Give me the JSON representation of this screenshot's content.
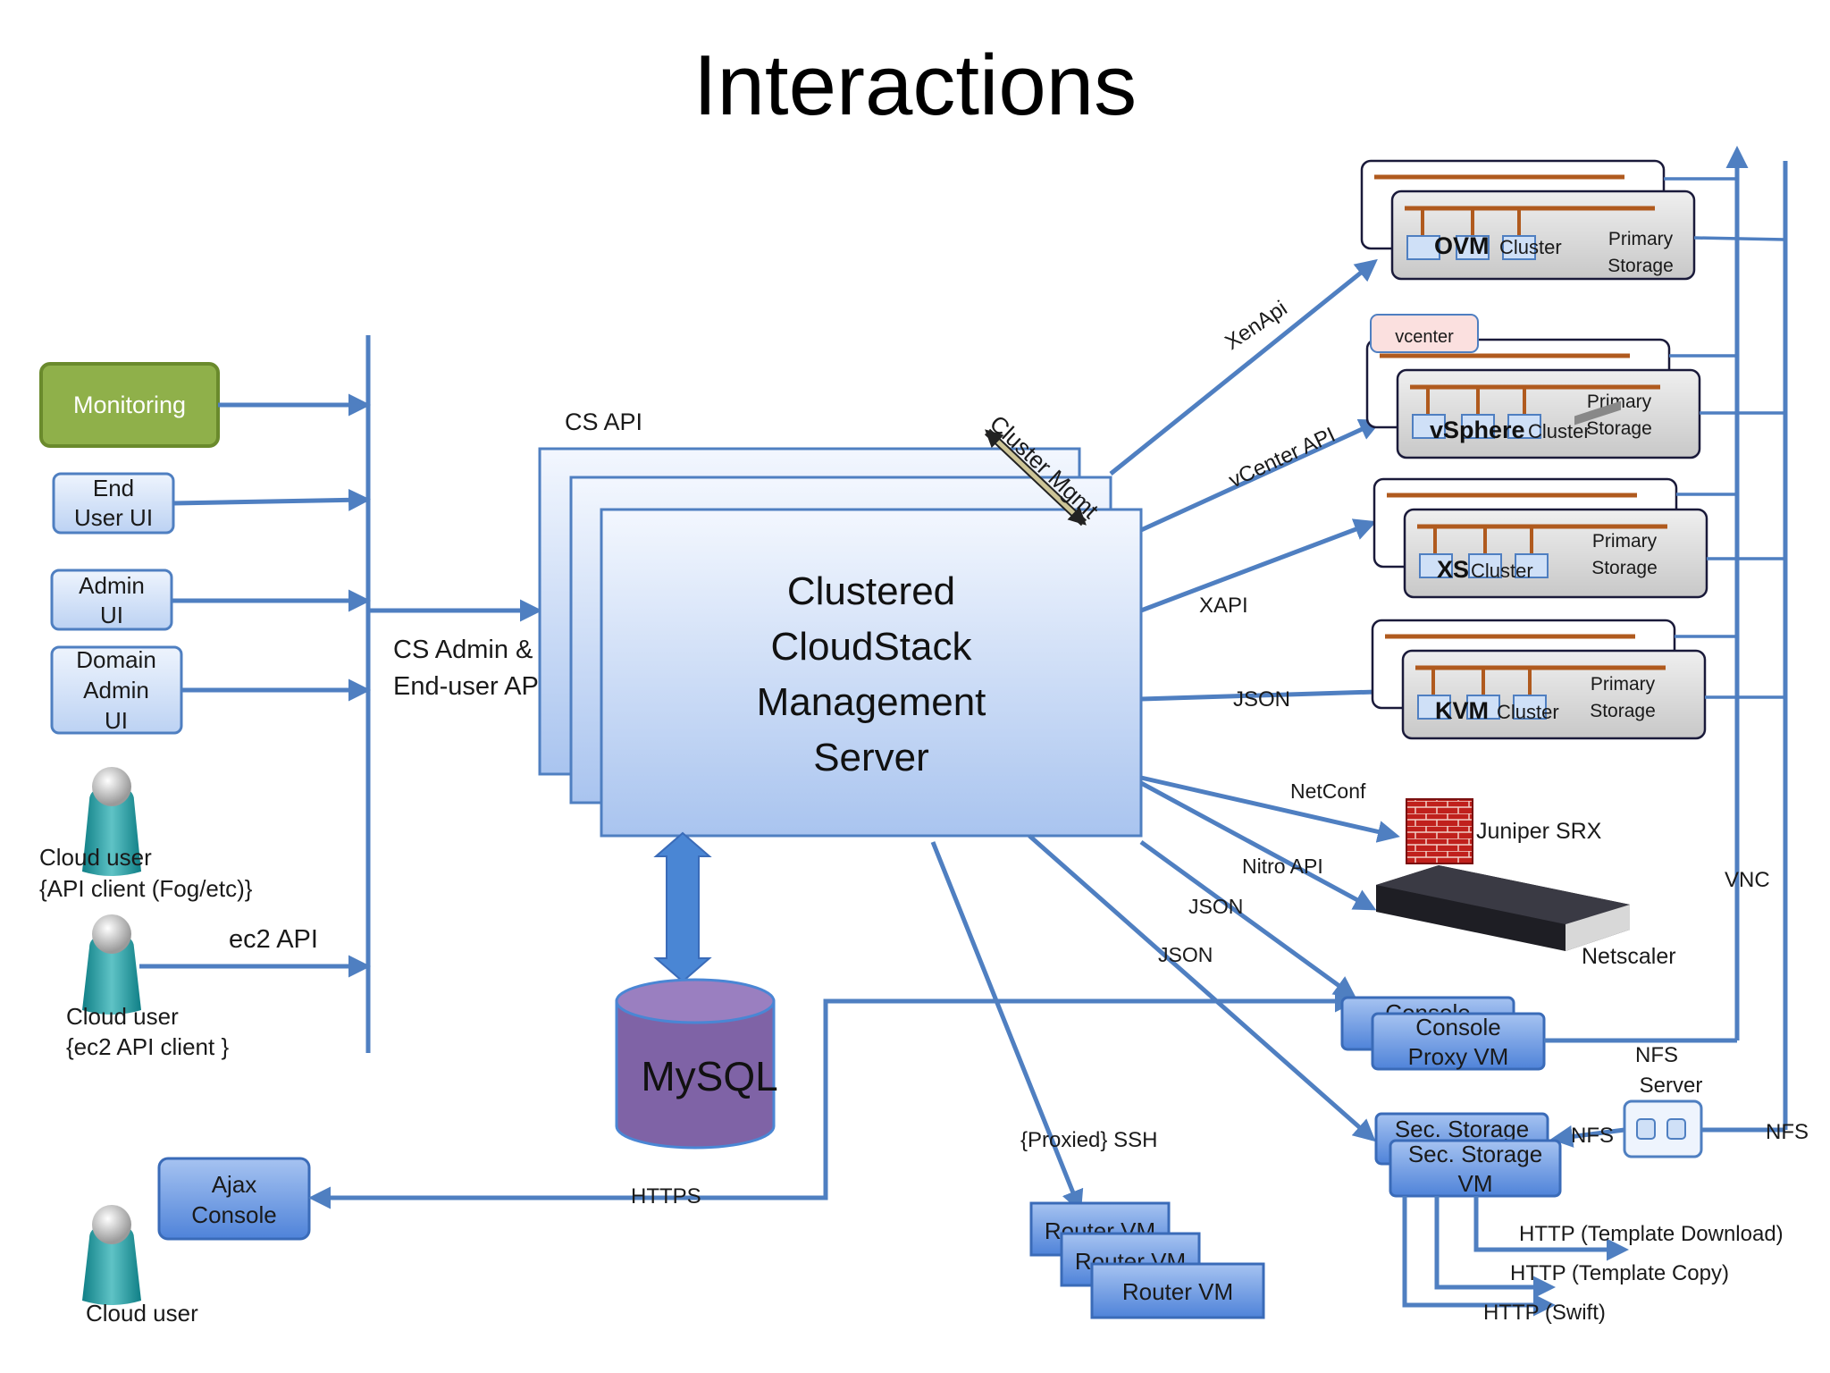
{
  "title": "Interactions",
  "clients": {
    "monitoring": "Monitoring",
    "end_user_ui": [
      "End",
      "User UI"
    ],
    "admin_ui": [
      "Admin",
      "UI"
    ],
    "domain_admin_ui": [
      "Domain",
      "Admin",
      "UI"
    ],
    "cloud_user_api": [
      "Cloud user",
      "{API client (Fog/etc)}"
    ],
    "cloud_user_ec2": [
      "Cloud user",
      "{ec2 API client }"
    ],
    "cloud_user": "Cloud user",
    "ec2_api": "ec2 API",
    "ajax_console": [
      "Ajax",
      "Console"
    ]
  },
  "labels": {
    "cs_api": "CS API",
    "cs_admin_api": [
      "CS Admin &",
      "End-user API"
    ],
    "cluster_mgmt": "Cluster Mgmt",
    "https": "HTTPS",
    "proxied_ssh": "{Proxied} SSH",
    "xenapi": "XenApi",
    "vcenter_api": "vCenter API",
    "xapi": "XAPI",
    "json_kvm": "JSON",
    "netconf": "NetConf",
    "nitro_api": "Nitro API",
    "json_console": "JSON",
    "json_storage": "JSON",
    "vnc": "VNC",
    "nfs_server": [
      "NFS",
      "Server"
    ],
    "nfs_left": "NFS",
    "nfs_right": "NFS",
    "http_template_download": "HTTP (Template Download)",
    "http_template_copy": "HTTP (Template Copy)",
    "http_swift": "HTTP (Swift)"
  },
  "management_server": [
    "Clustered",
    "CloudStack",
    "Management",
    "Server"
  ],
  "database": "MySQL",
  "clusters": [
    {
      "hypervisor": "OVM",
      "cluster": "Cluster",
      "storage": [
        "Primary",
        "Storage"
      ]
    },
    {
      "hypervisor": "vSphere",
      "cluster": "Cluster",
      "storage": [
        "Primary",
        "Storage"
      ],
      "extra": "vcenter"
    },
    {
      "hypervisor": "XS",
      "cluster": "Cluster",
      "storage": [
        "Primary",
        "Storage"
      ]
    },
    {
      "hypervisor": "KVM",
      "cluster": "Cluster",
      "storage": [
        "Primary",
        "Storage"
      ]
    }
  ],
  "network_devices": {
    "juniper": "Juniper SRX",
    "netscaler": "Netscaler"
  },
  "system_vms": {
    "console_proxy": [
      "Console",
      "Proxy VM"
    ],
    "console_back": "Console",
    "sec_storage": [
      "Sec. Storage",
      "VM"
    ],
    "sec_storage_back": "Sec. Storage",
    "router": "Router VM"
  },
  "colors": {
    "line": "#4f7fc1",
    "monitoring_fill": "#8fb04a",
    "box_fill": "#dbe8fb",
    "mysql_fill": "#7f63a6",
    "cluster_fill": "#d9d9d9",
    "bus": "#b05a1e"
  }
}
